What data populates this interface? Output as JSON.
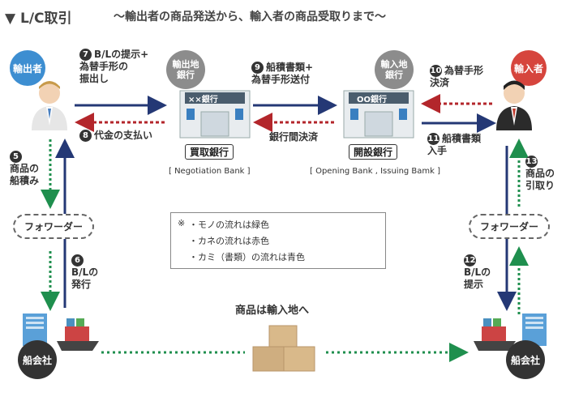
{
  "title": {
    "main": "▼ L/C取引",
    "sub": "〜輸出者の商品発送から、輸入者の商品受取りまで〜"
  },
  "actors": {
    "exporter": "輸出者",
    "importer": "輸入者",
    "shipping_left": "船会社",
    "shipping_right": "船会社",
    "export_bank_circle": "輸出地\n銀行",
    "import_bank_circle": "輸入地\n銀行"
  },
  "banks": {
    "left_sign": "××銀行",
    "right_sign": "OO銀行",
    "left_name": "買取銀行",
    "right_name": "開設銀行",
    "left_en": "[ Negotiation Bank ]",
    "right_en": "[ Opening Bank , Issuing Bamk ]"
  },
  "forwarder": {
    "left": "フォワーダー",
    "right": "フォワーダー"
  },
  "steps": {
    "s5": {
      "num": "5",
      "text": "商品の\n船積み"
    },
    "s6": {
      "num": "6",
      "text": "B/Lの\n発行"
    },
    "s7": {
      "num": "7",
      "text": "B/Lの提示+\n為替手形の\n振出し"
    },
    "s8": {
      "num": "8",
      "text": "代金の支払い"
    },
    "s9": {
      "num": "9",
      "text": "船積書類+\n為替手形送付"
    },
    "s9b": {
      "text": "銀行間決済"
    },
    "s10": {
      "num": "10",
      "text": "為替手形\n決済"
    },
    "s11": {
      "num": "11",
      "text": "船積書類\n入手"
    },
    "s12": {
      "num": "12",
      "text": "B/Lの\n提示"
    },
    "s13": {
      "num": "13",
      "text": "商品の\n引取り"
    }
  },
  "goods_label": "商品は輸入地へ",
  "legend": {
    "note": "※",
    "items": [
      {
        "text": "・モノの流れは緑色",
        "color": "#1f8f4e"
      },
      {
        "text": "・カネの流れは赤色",
        "color": "#b3262b"
      },
      {
        "text": "・カミ（書類）の流れは青色",
        "color": "#243875"
      }
    ]
  },
  "colors": {
    "green": "#1f8f4e",
    "red": "#b3262b",
    "blue": "#243875",
    "exporter_blue": "#3d8ed1",
    "importer_red": "#d6453d",
    "gray": "#8c8c8c",
    "dark": "#333333"
  }
}
